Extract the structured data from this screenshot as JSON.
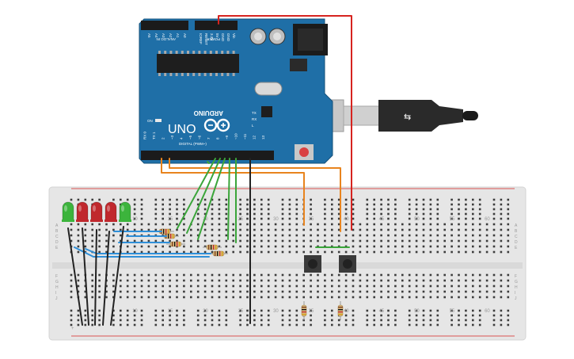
{
  "board": {
    "logo": "ARDUINO",
    "model": "UNO",
    "on_label": "ON",
    "tx_label": "TX",
    "rx_label": "RX",
    "l_label": "L",
    "digital_label": "DIGITAL (PWM~)",
    "aref_label": "AREF",
    "gnd_label": "GND",
    "power_label": "POWER",
    "analog_label": "ANALOG IN",
    "digital_pins": [
      "13",
      "12",
      "~11",
      "~10",
      "~9",
      "8",
      "7",
      "~6",
      "~5",
      "4",
      "~3",
      "2",
      "TX 1",
      "RX 0"
    ],
    "power_pins": [
      "IOREF",
      "RESET",
      "3.3V",
      "5V",
      "GND",
      "GND",
      "Vin"
    ],
    "analog_pins": [
      "A0",
      "A1",
      "A2",
      "A3",
      "A4",
      "A5"
    ]
  },
  "breadboard": {
    "column_numbers": [
      "10",
      "15",
      "20",
      "25",
      "30",
      "35",
      "40",
      "45",
      "50",
      "55",
      "60"
    ],
    "row_letters_top": [
      "A",
      "B",
      "C",
      "D",
      "E"
    ],
    "row_letters_bottom": [
      "F",
      "G",
      "H",
      "I",
      "J"
    ],
    "plus_label": "+"
  },
  "leds": [
    {
      "color": "#3cb43c"
    },
    {
      "color": "#c0282d"
    },
    {
      "color": "#c0282d"
    },
    {
      "color": "#c0282d"
    },
    {
      "color": "#3cb43c"
    }
  ],
  "wire_colors": {
    "orange": "#e8841e",
    "green": "#3aa53a",
    "blue": "#2f8fd8",
    "red": "#d6231f",
    "black": "#222222"
  }
}
